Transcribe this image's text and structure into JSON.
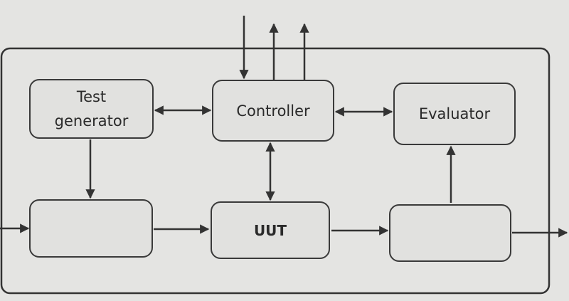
{
  "diagram": {
    "boxes": {
      "test_generator": "Test\ngenerator",
      "controller": "Controller",
      "evaluator": "Evaluator",
      "input_block": "",
      "uut": "UUT",
      "output_block": ""
    }
  },
  "colors": {
    "background": "#e4e4e2",
    "line": "#333333"
  }
}
